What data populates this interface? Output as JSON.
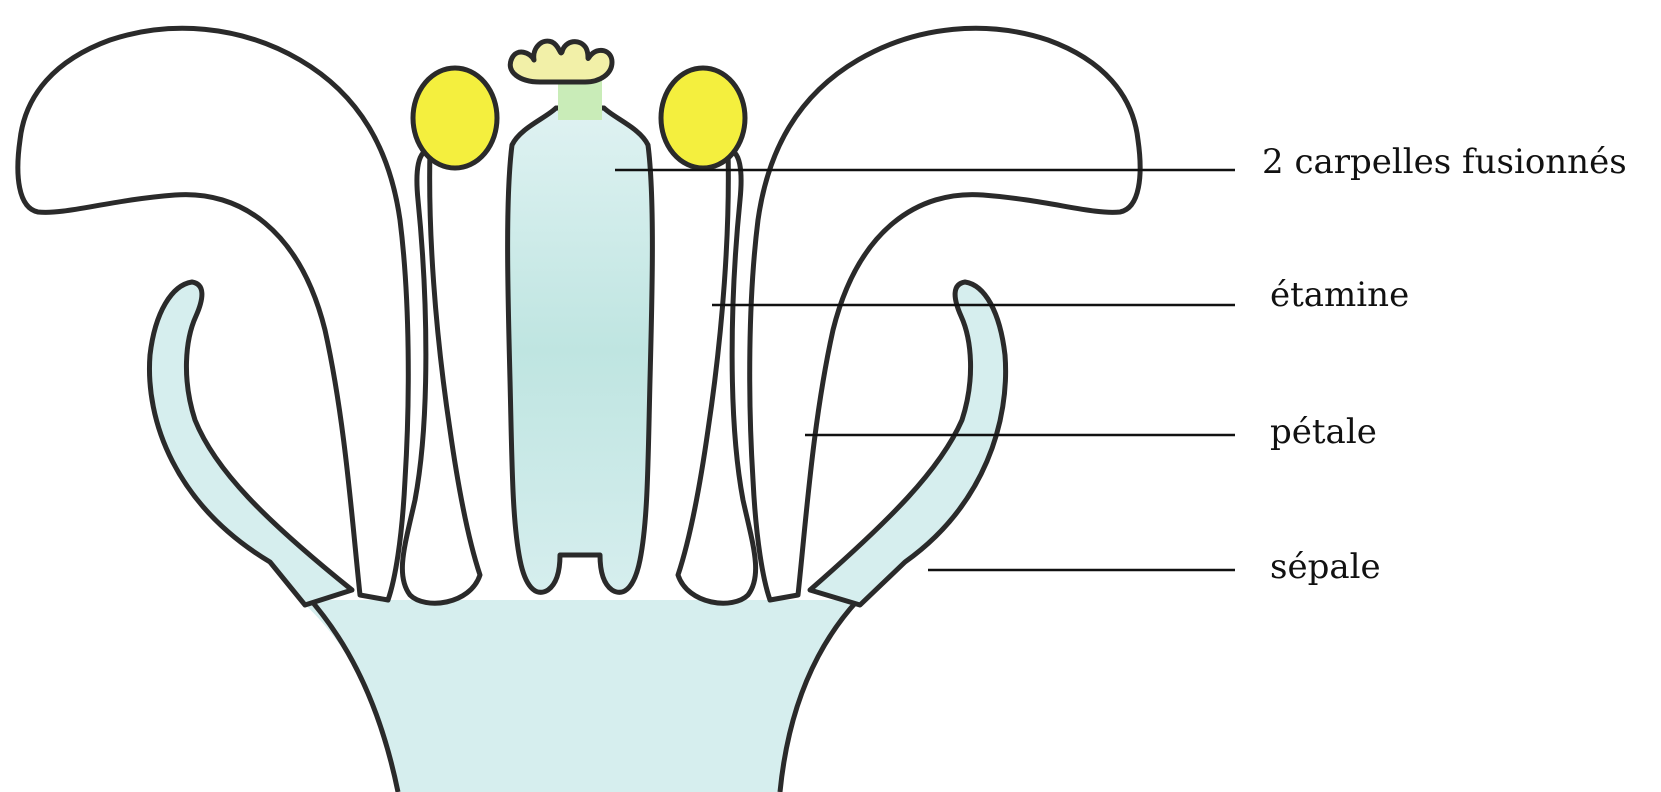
{
  "labels": {
    "carpels": "2 carpelles fusionnés",
    "stamen": "étamine",
    "petal": "pétale",
    "sepal": "sépale"
  },
  "colors": {
    "tissue": "#d6eeee",
    "pistil": "#bfe5e1",
    "anther": "#f4ef3e",
    "stigma": "#f2f0a8",
    "outline": "#2a2a2a"
  }
}
